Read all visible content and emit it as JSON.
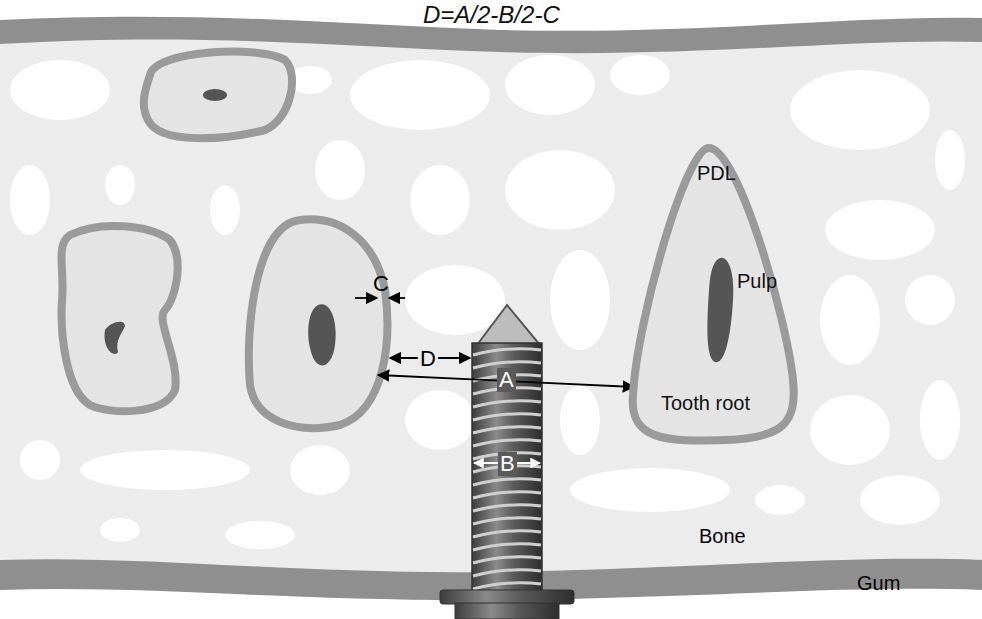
{
  "diagram": {
    "title": "D=A/2-B/2-C",
    "nodes": [
      {
        "text": [
          "PDL",
          "Pulp",
          "Tooth root"
        ]
      }
    ],
    "labels": [
      "C",
      "D",
      "A",
      "B",
      "Bone",
      "Gum"
    ]
  }
}
